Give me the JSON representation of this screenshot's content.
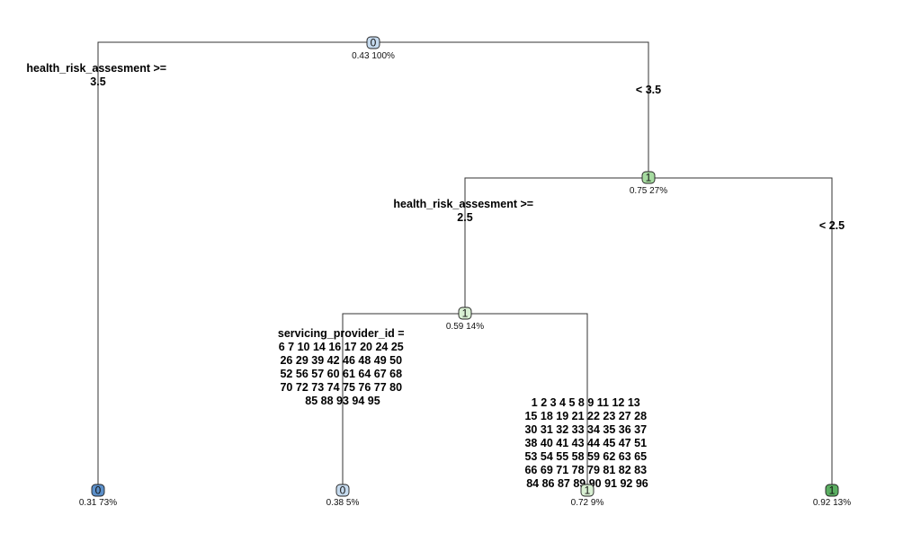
{
  "colors": {
    "class0_dark": "#5b8fc9",
    "class0_light": "#c6dbef",
    "class1_light": "#d9f0d3",
    "class1_mid": "#a6dba0",
    "class1_dark": "#5aae61"
  },
  "nodes": [
    {
      "id": "root",
      "class": "0",
      "prob": "0.43",
      "pct": "100%",
      "color": "#c6dbef"
    },
    {
      "id": "n2",
      "class": "0",
      "prob": "0.31",
      "pct": "73%",
      "color": "#5b8fc9"
    },
    {
      "id": "n3",
      "class": "1",
      "prob": "0.75",
      "pct": "27%",
      "color": "#a6dba0"
    },
    {
      "id": "n6",
      "class": "1",
      "prob": "0.59",
      "pct": "14%",
      "color": "#d9f0d3"
    },
    {
      "id": "n12",
      "class": "0",
      "prob": "0.38",
      "pct": "5%",
      "color": "#c6dbef"
    },
    {
      "id": "n13",
      "class": "1",
      "prob": "0.72",
      "pct": "9%",
      "color": "#d9f0d3"
    },
    {
      "id": "n7",
      "class": "1",
      "prob": "0.92",
      "pct": "13%",
      "color": "#5aae61"
    }
  ],
  "splits": [
    {
      "id": "root-left",
      "lines": [
        "health_risk_assesment >=",
        "3.5"
      ]
    },
    {
      "id": "root-right",
      "lines": [
        "< 3.5"
      ]
    },
    {
      "id": "n3-left",
      "lines": [
        "health_risk_assesment >=",
        "2.5"
      ]
    },
    {
      "id": "n3-right",
      "lines": [
        "< 2.5"
      ]
    },
    {
      "id": "n6-left",
      "lines": [
        "servicing_provider_id =",
        "6 7 10 14 16 17 20 24 25",
        "26 29 39 42 46 48 49 50",
        "52 56 57 60 61 64 67 68",
        "70 72 73 74 75 76 77 80",
        "85 88 93 94 95"
      ]
    },
    {
      "id": "n6-right",
      "lines": [
        "1 2 3 4 5 8 9 11 12 13",
        "15 18 19 21 22 23 27 28",
        "30 31 32 33 34 35 36 37",
        "38 40 41 43 44 45 47 51",
        "53 54 55 58 59 62 63 65",
        "66 69 71 78 79 81 82 83",
        "84 86 87 89 90 91 92 96"
      ]
    }
  ]
}
